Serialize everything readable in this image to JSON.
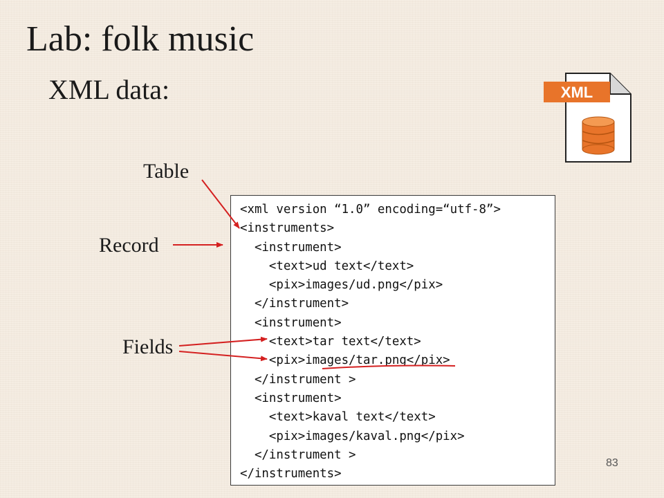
{
  "slide": {
    "title": "Lab: folk music",
    "subtitle": "XML data:",
    "page_number": "83"
  },
  "file_icon": {
    "icon": "xml-database-file-icon",
    "badge_text": "XML",
    "badge_color": "#e8742a",
    "database_color": "#e8742a"
  },
  "labels": {
    "table": "Table",
    "record": "Record",
    "fields": "Fields"
  },
  "arrow_color": "#d42020",
  "code_lines": [
    "<xml version “1.0” encoding=“utf-8”>",
    "<instruments>",
    "  <instrument>",
    "    <text>ud text</text>",
    "    <pix>images/ud.png</pix>",
    "  </instrument>",
    "  <instrument>",
    "    <text>tar text</text>",
    "    <pix>images/tar.png</pix>",
    "  </instrument >",
    "  <instrument>",
    "    <text>kaval text</text>",
    "    <pix>images/kaval.png</pix>",
    "  </instrument >",
    "</instruments>"
  ]
}
